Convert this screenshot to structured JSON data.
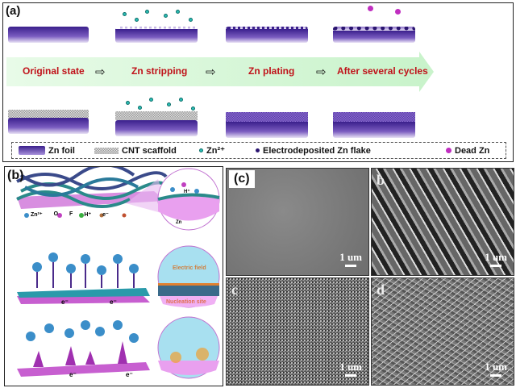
{
  "panel_a": {
    "label": "(a)",
    "steps": [
      "Original state",
      "Zn stripping",
      "Zn plating",
      "After several cycles"
    ],
    "step_arrow": "⇨",
    "legend": [
      {
        "icon": "zn-foil-swatch",
        "label": "Zn foil"
      },
      {
        "icon": "cnt-scaffold-swatch",
        "label": "CNT scaffold"
      },
      {
        "icon": "zn-ion-dot",
        "label": "Zn²⁺"
      },
      {
        "icon": "zn-flake-dot",
        "label": "Electrodeposited Zn flake"
      },
      {
        "icon": "dead-zn-dot",
        "label": "Dead Zn"
      }
    ]
  },
  "panel_b": {
    "label": "(b)",
    "species": [
      "Zn²⁺",
      "O",
      "F",
      "H⁺",
      "e⁻"
    ],
    "zoom_labels": {
      "hplus": "H⁺",
      "zn": "Zn",
      "field": "Electric field",
      "nucleation": "Nucleation site"
    },
    "electron": "e⁻"
  },
  "sem": [
    {
      "label": "(c)",
      "scale": "1 um"
    },
    {
      "label": "b",
      "scale": "1 um"
    },
    {
      "label": "c",
      "scale": "1 um"
    },
    {
      "label": "d",
      "scale": "1 um"
    }
  ],
  "colors": {
    "step_text": "#c0121a",
    "zn_foil": "#4b2c9e",
    "zn_ion": "#2bbdb5",
    "dead_zn": "#c02ec0",
    "arrow_band": "#c9f3cb"
  }
}
